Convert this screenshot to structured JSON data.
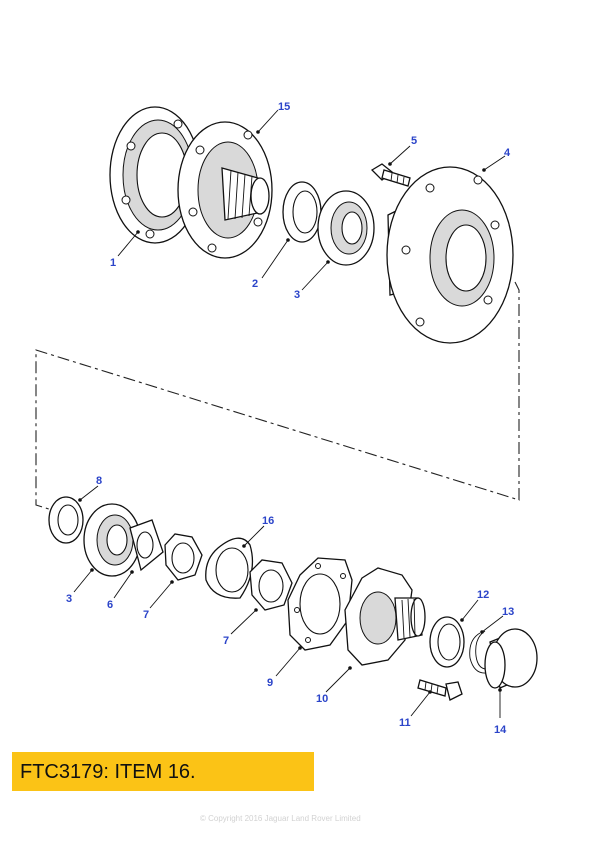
{
  "caption": "FTC3179: ITEM 16.",
  "copyright": "© Copyright 2016 Jaguar Land Rover Limited",
  "callouts": [
    "1",
    "2",
    "3",
    "4",
    "5",
    "15",
    "8",
    "3",
    "6",
    "7",
    "16",
    "7",
    "9",
    "10",
    "11",
    "12",
    "13",
    "14"
  ],
  "colors": {
    "callout": "#2b44c9",
    "caption_bg": "#fbc316",
    "line": "#111111"
  }
}
